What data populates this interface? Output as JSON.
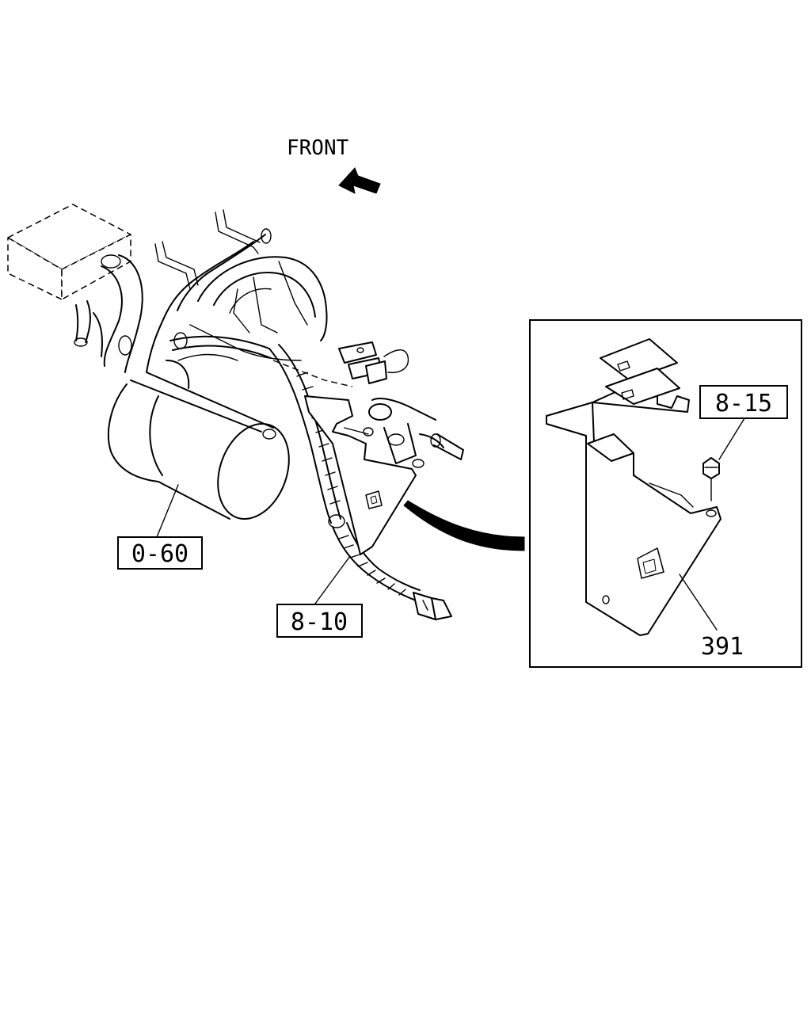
{
  "diagram": {
    "direction_label": "FRONT",
    "callouts": {
      "starter": "0-60",
      "harness": "8-10",
      "nut": "8-15",
      "bracket": "391"
    }
  }
}
